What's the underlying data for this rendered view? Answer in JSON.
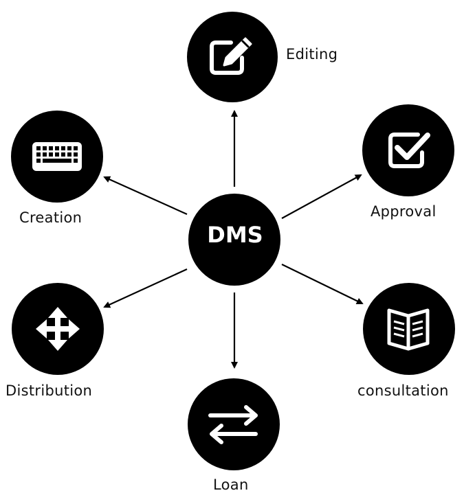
{
  "center": {
    "label": "DMS",
    "fill": "#000000"
  },
  "nodes": [
    {
      "id": "editing",
      "label": "Editing",
      "icon": "edit-icon"
    },
    {
      "id": "approval",
      "label": "Approval",
      "icon": "checkbox-icon"
    },
    {
      "id": "consultation",
      "label": "consultation",
      "icon": "book-icon"
    },
    {
      "id": "loan",
      "label": "Loan",
      "icon": "swap-arrows-icon"
    },
    {
      "id": "distribution",
      "label": "Distribution",
      "icon": "move-icon"
    },
    {
      "id": "creation",
      "label": "Creation",
      "icon": "keyboard-icon"
    }
  ],
  "colors": {
    "circle": "#000000",
    "icon": "#ffffff",
    "arrow": "#000000",
    "text": "#111111"
  }
}
